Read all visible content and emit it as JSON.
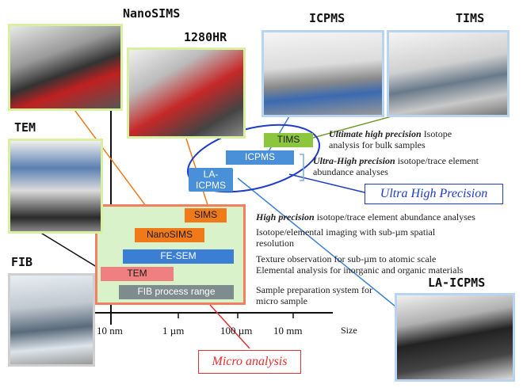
{
  "photos": {
    "nanosims": "NanoSIMS",
    "hr1280": "1280HR",
    "icpms": "ICPMS",
    "timslabel": "TIMS",
    "tem": "TEM",
    "fib": "FIB",
    "laicpms": "LA-ICPMS"
  },
  "instruments": {
    "tims": "TIMS",
    "icpms": "ICPMS",
    "la_icpms_1": "LA-",
    "la_icpms_2": "ICPMS",
    "sims": "SIMS",
    "nanosims": "NanoSIMS",
    "fesem": "FE-SEM",
    "tem": "TEM",
    "fib": "FIB process range"
  },
  "descriptions": {
    "tims_bold": "Ultimate high precision",
    "tims_rest1": " Isotope",
    "tims_rest2": "analysis for bulk samples",
    "icp_bold": "Ultra-High precision",
    "icp_rest1": " isotope/trace element",
    "icp_rest2": "abundance analyses",
    "sims_bold": "High precision",
    "sims_rest": " isotope/trace element abundance analyses",
    "nano_1": "Isotope/elemental imaging with sub-µm spatial",
    "nano_2": "resolution",
    "sem_1": "Texture observation for sub-µm to atomic scale",
    "sem_2": "Elemental analysis for inorganic and organic materials",
    "fib_1": "Sample preparation system for",
    "fib_2": "micro sample"
  },
  "callouts": {
    "ultra": "Ultra High Precision",
    "micro": "Micro analysis"
  },
  "axis": {
    "ticks": [
      "10 nm",
      "1 µm",
      "100 µm",
      "10 mm"
    ],
    "label": "Size"
  },
  "colors": {
    "tims": "#8cc63f",
    "icpms": "#4a90d9",
    "sims": "#f07a1a",
    "fesem": "#3b7fd4",
    "tem": "#f08080",
    "fib": "#7f8c8d",
    "ultra": "#1e3cc8",
    "micro": "#e03030"
  }
}
